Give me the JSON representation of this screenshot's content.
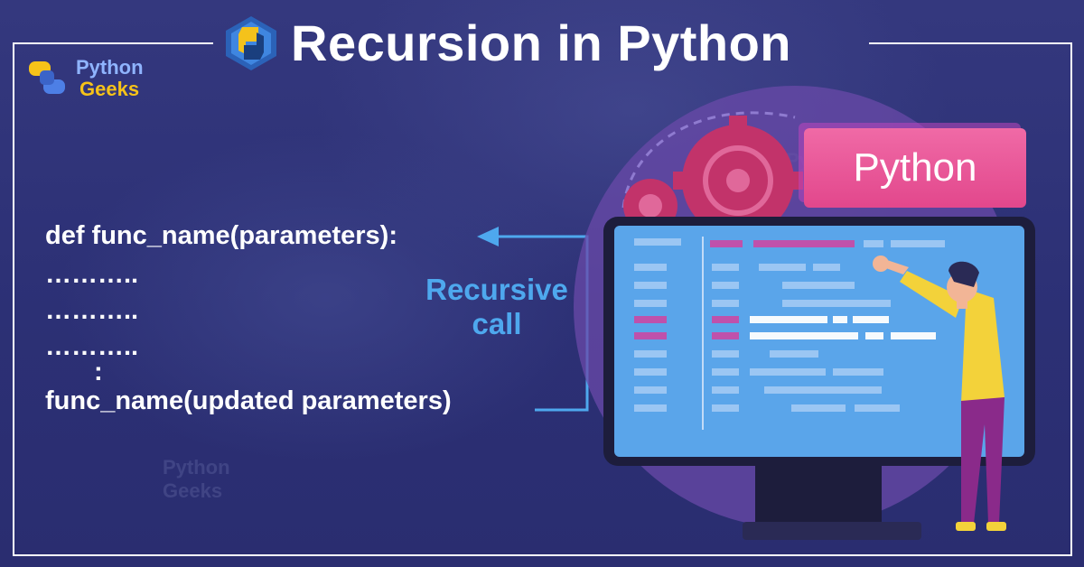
{
  "title": "Recursion in Python",
  "brand": {
    "line1": "Python",
    "line2": "Geeks"
  },
  "code_lines": [
    "def func_name(parameters):",
    "………..",
    "………..",
    "………..",
    ":",
    "func_name(updated parameters)"
  ],
  "recursive_label": {
    "line1": "Recursive",
    "line2": "call"
  },
  "screen_badge": "Python",
  "colors": {
    "background": "#2f3377",
    "title": "#ffffff",
    "arrow": "#4ea8ee",
    "brand_blue": "#8fb4ff",
    "brand_yellow": "#f6c319",
    "badge_pink": "#e2478c",
    "monitor_screen": "#5aa5ea",
    "gear": "#c2336a",
    "person_shirt": "#f3d23a",
    "person_pants": "#8a2a8a"
  },
  "icons": [
    "python-logo-icon",
    "gear-icon",
    "arrow-left-icon",
    "monitor-icon",
    "person-pointing-icon"
  ]
}
